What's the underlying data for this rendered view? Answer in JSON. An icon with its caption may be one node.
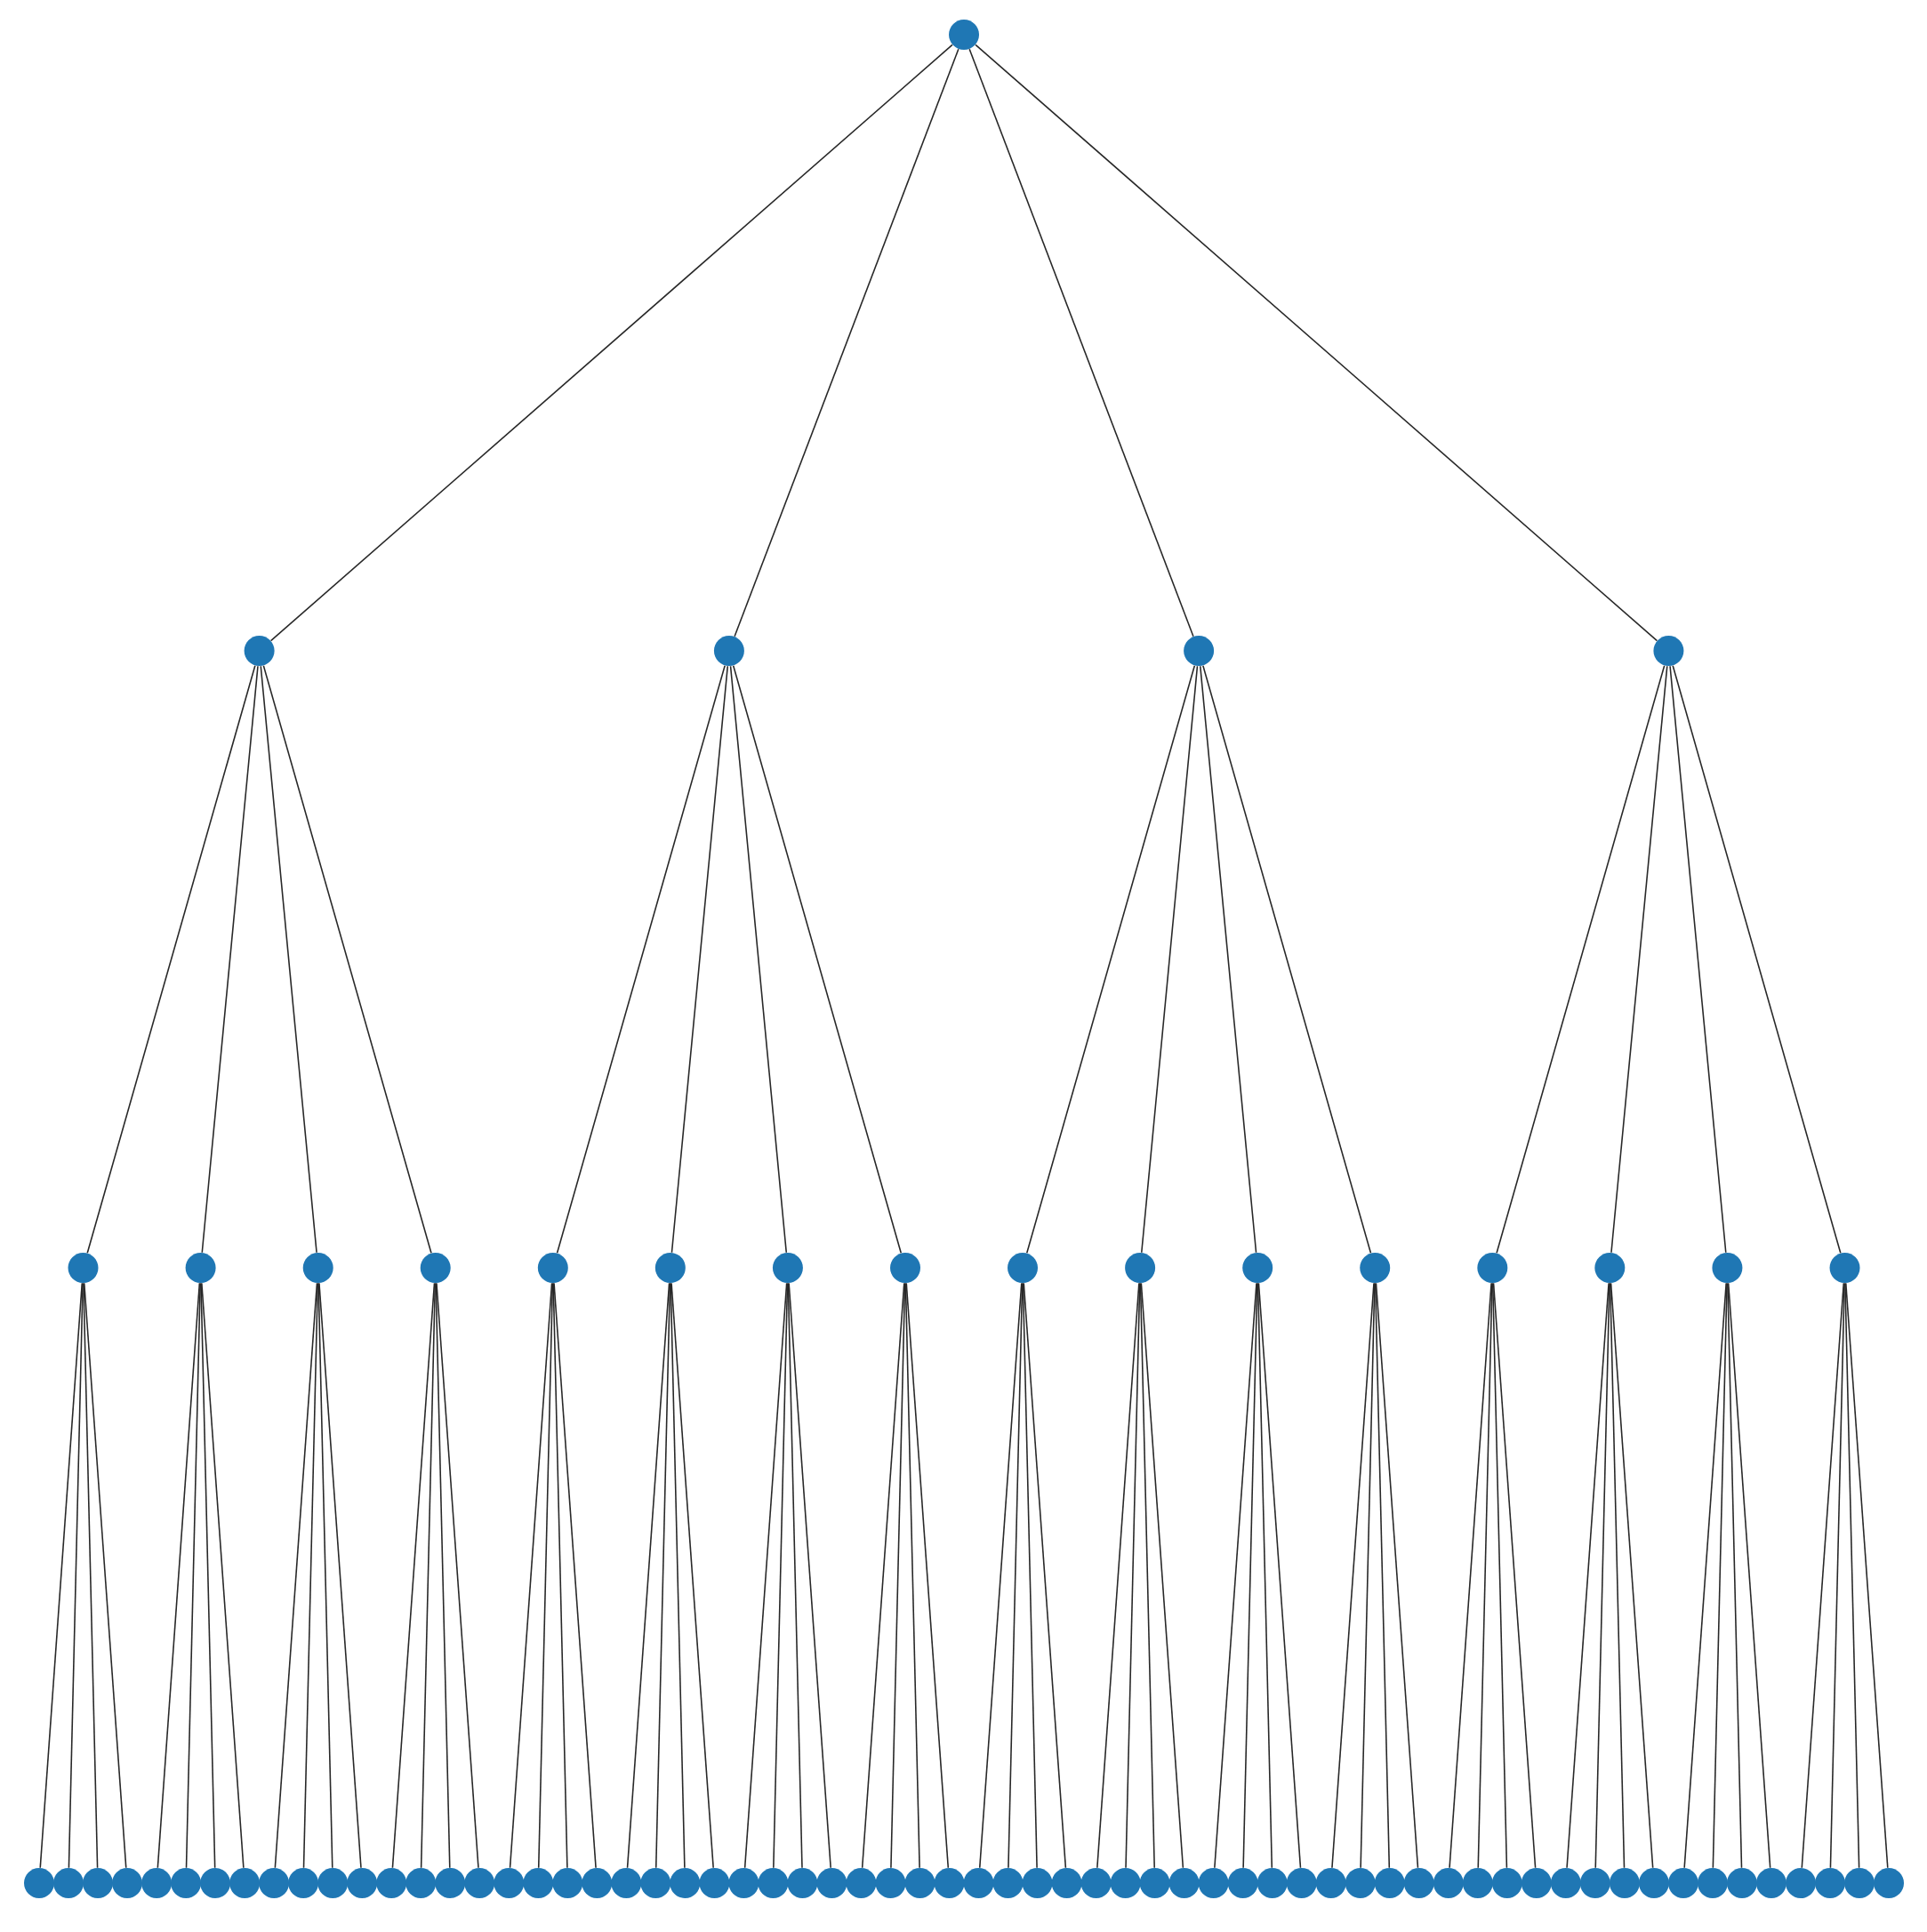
{
  "diagram": {
    "nodes": [
      {
        "text": [],
        "shape": "circle"
      },
      {
        "text": [],
        "shape": "circle"
      },
      {
        "text": [],
        "shape": "circle"
      },
      {
        "text": [],
        "shape": "circle"
      },
      {
        "text": [],
        "shape": "circle"
      },
      {
        "text": [],
        "shape": "circle"
      },
      {
        "text": [],
        "shape": "circle"
      },
      {
        "text": [],
        "shape": "circle"
      },
      {
        "text": [],
        "shape": "circle"
      },
      {
        "text": [],
        "shape": "circle"
      },
      {
        "text": [],
        "shape": "circle"
      },
      {
        "text": [],
        "shape": "circle"
      },
      {
        "text": [],
        "shape": "circle"
      },
      {
        "text": [],
        "shape": "circle"
      },
      {
        "text": [],
        "shape": "circle"
      },
      {
        "text": [],
        "shape": "circle"
      },
      {
        "text": [],
        "shape": "circle"
      },
      {
        "text": [],
        "shape": "circle"
      },
      {
        "text": [],
        "shape": "circle"
      },
      {
        "text": [],
        "shape": "circle"
      },
      {
        "text": [],
        "shape": "circle"
      },
      {
        "text": [],
        "shape": "circle"
      },
      {
        "text": [],
        "shape": "circle"
      },
      {
        "text": [],
        "shape": "circle"
      },
      {
        "text": [],
        "shape": "circle"
      },
      {
        "text": [],
        "shape": "circle"
      },
      {
        "text": [],
        "shape": "circle"
      },
      {
        "text": [],
        "shape": "circle"
      },
      {
        "text": [],
        "shape": "circle"
      },
      {
        "text": [],
        "shape": "circle"
      },
      {
        "text": [],
        "shape": "circle"
      },
      {
        "text": [],
        "shape": "circle"
      },
      {
        "text": [],
        "shape": "circle"
      },
      {
        "text": [],
        "shape": "circle"
      },
      {
        "text": [],
        "shape": "circle"
      },
      {
        "text": [],
        "shape": "circle"
      },
      {
        "text": [],
        "shape": "circle"
      },
      {
        "text": [],
        "shape": "circle"
      },
      {
        "text": [],
        "shape": "circle"
      },
      {
        "text": [],
        "shape": "circle"
      },
      {
        "text": [],
        "shape": "circle"
      },
      {
        "text": [],
        "shape": "circle"
      },
      {
        "text": [],
        "shape": "circle"
      },
      {
        "text": [],
        "shape": "circle"
      },
      {
        "text": [],
        "shape": "circle"
      },
      {
        "text": [],
        "shape": "circle"
      },
      {
        "text": [],
        "shape": "circle"
      },
      {
        "text": [],
        "shape": "circle"
      },
      {
        "text": [],
        "shape": "circle"
      },
      {
        "text": [],
        "shape": "circle"
      },
      {
        "text": [],
        "shape": "circle"
      },
      {
        "text": [],
        "shape": "circle"
      },
      {
        "text": [],
        "shape": "circle"
      },
      {
        "text": [],
        "shape": "circle"
      },
      {
        "text": [],
        "shape": "circle"
      },
      {
        "text": [],
        "shape": "circle"
      },
      {
        "text": [],
        "shape": "circle"
      },
      {
        "text": [],
        "shape": "circle"
      },
      {
        "text": [],
        "shape": "circle"
      },
      {
        "text": [],
        "shape": "circle"
      },
      {
        "text": [],
        "shape": "circle"
      },
      {
        "text": [],
        "shape": "circle"
      },
      {
        "text": [],
        "shape": "circle"
      },
      {
        "text": [],
        "shape": "circle"
      },
      {
        "text": [],
        "shape": "circle"
      },
      {
        "text": [],
        "shape": "circle"
      },
      {
        "text": [],
        "shape": "circle"
      },
      {
        "text": [],
        "shape": "circle"
      },
      {
        "text": [],
        "shape": "circle"
      },
      {
        "text": [],
        "shape": "circle"
      },
      {
        "text": [],
        "shape": "circle"
      },
      {
        "text": [],
        "shape": "circle"
      },
      {
        "text": [],
        "shape": "circle"
      },
      {
        "text": [],
        "shape": "circle"
      },
      {
        "text": [],
        "shape": "circle"
      },
      {
        "text": [],
        "shape": "circle"
      },
      {
        "text": [],
        "shape": "circle"
      },
      {
        "text": [],
        "shape": "circle"
      },
      {
        "text": [],
        "shape": "circle"
      },
      {
        "text": [],
        "shape": "circle"
      },
      {
        "text": [],
        "shape": "circle"
      },
      {
        "text": [],
        "shape": "circle"
      },
      {
        "text": [],
        "shape": "circle"
      },
      {
        "text": [],
        "shape": "circle"
      },
      {
        "text": [],
        "shape": "circle"
      }
    ],
    "edges": [
      {
        "from": 0,
        "to": 1,
        "arrow": "none"
      },
      {
        "from": 0,
        "to": 2,
        "arrow": "none"
      },
      {
        "from": 0,
        "to": 3,
        "arrow": "none"
      },
      {
        "from": 0,
        "to": 4,
        "arrow": "none"
      },
      {
        "from": 1,
        "to": 5,
        "arrow": "none"
      },
      {
        "from": 1,
        "to": 6,
        "arrow": "none"
      },
      {
        "from": 1,
        "to": 7,
        "arrow": "none"
      },
      {
        "from": 1,
        "to": 8,
        "arrow": "none"
      },
      {
        "from": 2,
        "to": 9,
        "arrow": "none"
      },
      {
        "from": 2,
        "to": 10,
        "arrow": "none"
      },
      {
        "from": 2,
        "to": 11,
        "arrow": "none"
      },
      {
        "from": 2,
        "to": 12,
        "arrow": "none"
      },
      {
        "from": 3,
        "to": 13,
        "arrow": "none"
      },
      {
        "from": 3,
        "to": 14,
        "arrow": "none"
      },
      {
        "from": 3,
        "to": 15,
        "arrow": "none"
      },
      {
        "from": 3,
        "to": 16,
        "arrow": "none"
      },
      {
        "from": 4,
        "to": 17,
        "arrow": "none"
      },
      {
        "from": 4,
        "to": 18,
        "arrow": "none"
      },
      {
        "from": 4,
        "to": 19,
        "arrow": "none"
      },
      {
        "from": 4,
        "to": 20,
        "arrow": "none"
      },
      {
        "from": 5,
        "to": 21,
        "arrow": "none"
      },
      {
        "from": 5,
        "to": 22,
        "arrow": "none"
      },
      {
        "from": 5,
        "to": 23,
        "arrow": "none"
      },
      {
        "from": 5,
        "to": 24,
        "arrow": "none"
      },
      {
        "from": 6,
        "to": 25,
        "arrow": "none"
      },
      {
        "from": 6,
        "to": 26,
        "arrow": "none"
      },
      {
        "from": 6,
        "to": 27,
        "arrow": "none"
      },
      {
        "from": 6,
        "to": 28,
        "arrow": "none"
      },
      {
        "from": 7,
        "to": 29,
        "arrow": "none"
      },
      {
        "from": 7,
        "to": 30,
        "arrow": "none"
      },
      {
        "from": 7,
        "to": 31,
        "arrow": "none"
      },
      {
        "from": 7,
        "to": 32,
        "arrow": "none"
      },
      {
        "from": 8,
        "to": 33,
        "arrow": "none"
      },
      {
        "from": 8,
        "to": 34,
        "arrow": "none"
      },
      {
        "from": 8,
        "to": 35,
        "arrow": "none"
      },
      {
        "from": 8,
        "to": 36,
        "arrow": "none"
      },
      {
        "from": 9,
        "to": 37,
        "arrow": "none"
      },
      {
        "from": 9,
        "to": 38,
        "arrow": "none"
      },
      {
        "from": 9,
        "to": 39,
        "arrow": "none"
      },
      {
        "from": 9,
        "to": 40,
        "arrow": "none"
      },
      {
        "from": 10,
        "to": 41,
        "arrow": "none"
      },
      {
        "from": 10,
        "to": 42,
        "arrow": "none"
      },
      {
        "from": 10,
        "to": 43,
        "arrow": "none"
      },
      {
        "from": 10,
        "to": 44,
        "arrow": "none"
      },
      {
        "from": 11,
        "to": 45,
        "arrow": "none"
      },
      {
        "from": 11,
        "to": 46,
        "arrow": "none"
      },
      {
        "from": 11,
        "to": 47,
        "arrow": "none"
      },
      {
        "from": 11,
        "to": 48,
        "arrow": "none"
      },
      {
        "from": 12,
        "to": 49,
        "arrow": "none"
      },
      {
        "from": 12,
        "to": 50,
        "arrow": "none"
      },
      {
        "from": 12,
        "to": 51,
        "arrow": "none"
      },
      {
        "from": 12,
        "to": 52,
        "arrow": "none"
      },
      {
        "from": 13,
        "to": 53,
        "arrow": "none"
      },
      {
        "from": 13,
        "to": 54,
        "arrow": "none"
      },
      {
        "from": 13,
        "to": 55,
        "arrow": "none"
      },
      {
        "from": 13,
        "to": 56,
        "arrow": "none"
      },
      {
        "from": 14,
        "to": 57,
        "arrow": "none"
      },
      {
        "from": 14,
        "to": 58,
        "arrow": "none"
      },
      {
        "from": 14,
        "to": 59,
        "arrow": "none"
      },
      {
        "from": 14,
        "to": 60,
        "arrow": "none"
      },
      {
        "from": 15,
        "to": 61,
        "arrow": "none"
      },
      {
        "from": 15,
        "to": 62,
        "arrow": "none"
      },
      {
        "from": 15,
        "to": 63,
        "arrow": "none"
      },
      {
        "from": 15,
        "to": 64,
        "arrow": "none"
      },
      {
        "from": 16,
        "to": 65,
        "arrow": "none"
      },
      {
        "from": 16,
        "to": 66,
        "arrow": "none"
      },
      {
        "from": 16,
        "to": 67,
        "arrow": "none"
      },
      {
        "from": 16,
        "to": 68,
        "arrow": "none"
      },
      {
        "from": 17,
        "to": 69,
        "arrow": "none"
      },
      {
        "from": 17,
        "to": 70,
        "arrow": "none"
      },
      {
        "from": 17,
        "to": 71,
        "arrow": "none"
      },
      {
        "from": 17,
        "to": 72,
        "arrow": "none"
      },
      {
        "from": 18,
        "to": 73,
        "arrow": "none"
      },
      {
        "from": 18,
        "to": 74,
        "arrow": "none"
      },
      {
        "from": 18,
        "to": 75,
        "arrow": "none"
      },
      {
        "from": 18,
        "to": 76,
        "arrow": "none"
      },
      {
        "from": 19,
        "to": 77,
        "arrow": "none"
      },
      {
        "from": 19,
        "to": 78,
        "arrow": "none"
      },
      {
        "from": 19,
        "to": 79,
        "arrow": "none"
      },
      {
        "from": 19,
        "to": 80,
        "arrow": "none"
      },
      {
        "from": 20,
        "to": 81,
        "arrow": "none"
      },
      {
        "from": 20,
        "to": 82,
        "arrow": "none"
      },
      {
        "from": 20,
        "to": 83,
        "arrow": "none"
      },
      {
        "from": 20,
        "to": 84,
        "arrow": "none"
      }
    ]
  }
}
